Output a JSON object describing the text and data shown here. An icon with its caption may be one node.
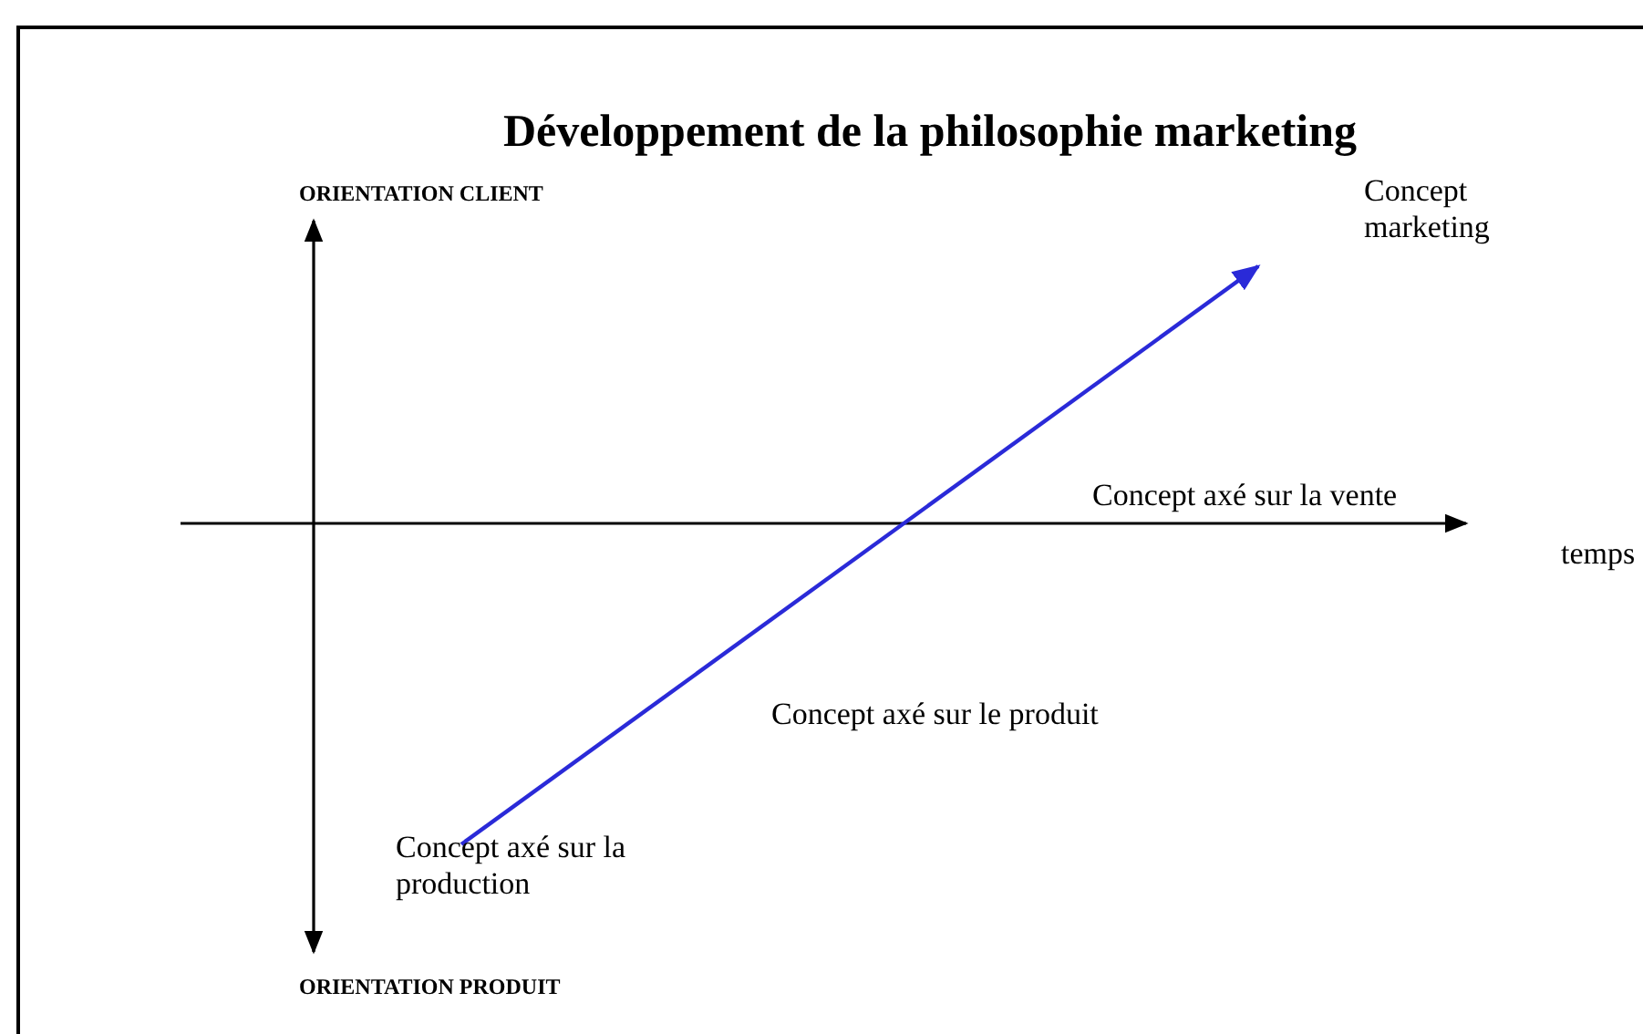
{
  "diagram": {
    "title": "Développement de la philosophie marketing",
    "labels": [
      "ORIENTATION CLIENT",
      "Concept marketing",
      "Concept axé sur la vente",
      "temps",
      "Concept axé sur le produit",
      "Concept axé sur la production",
      "ORIENTATION PRODUIT"
    ]
  }
}
